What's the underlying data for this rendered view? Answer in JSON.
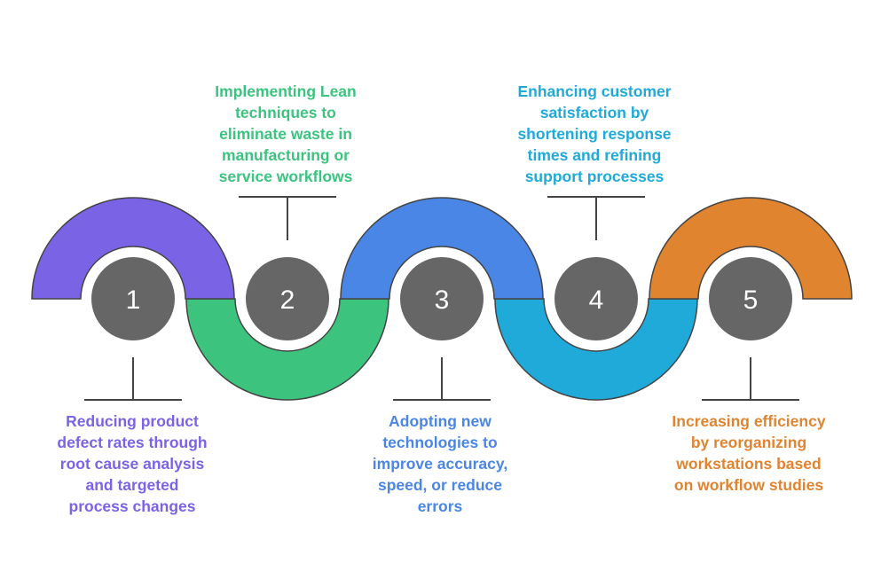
{
  "diagram": {
    "type": "serpentine-process",
    "steps": [
      {
        "number": "1",
        "text": "Reducing product\ndefect rates through\nroot cause analysis\nand targeted\nprocess changes",
        "color": "#7B63E6",
        "arc": "top",
        "label_position": "below"
      },
      {
        "number": "2",
        "text": "Implementing Lean\ntechniques to\neliminate waste in\nmanufacturing or\nservice workflows",
        "color": "#3CC47F",
        "arc": "bottom",
        "label_position": "above"
      },
      {
        "number": "3",
        "text": "Adopting new\ntechnologies to\nimprove accuracy,\nspeed, or reduce\nerrors",
        "color": "#4A86E5",
        "arc": "top",
        "label_position": "below"
      },
      {
        "number": "4",
        "text": "Enhancing customer\nsatisfaction by\nshortening response\ntimes and refining\nsupport processes",
        "color": "#1FAAD9",
        "arc": "bottom",
        "label_position": "above"
      },
      {
        "number": "5",
        "text": "Increasing efficiency\nby reorganizing\nworkstations based\non workflow studies",
        "color": "#E08430",
        "arc": "top",
        "label_position": "below"
      }
    ],
    "circle_color": "#666666",
    "stroke_color": "#444444"
  }
}
